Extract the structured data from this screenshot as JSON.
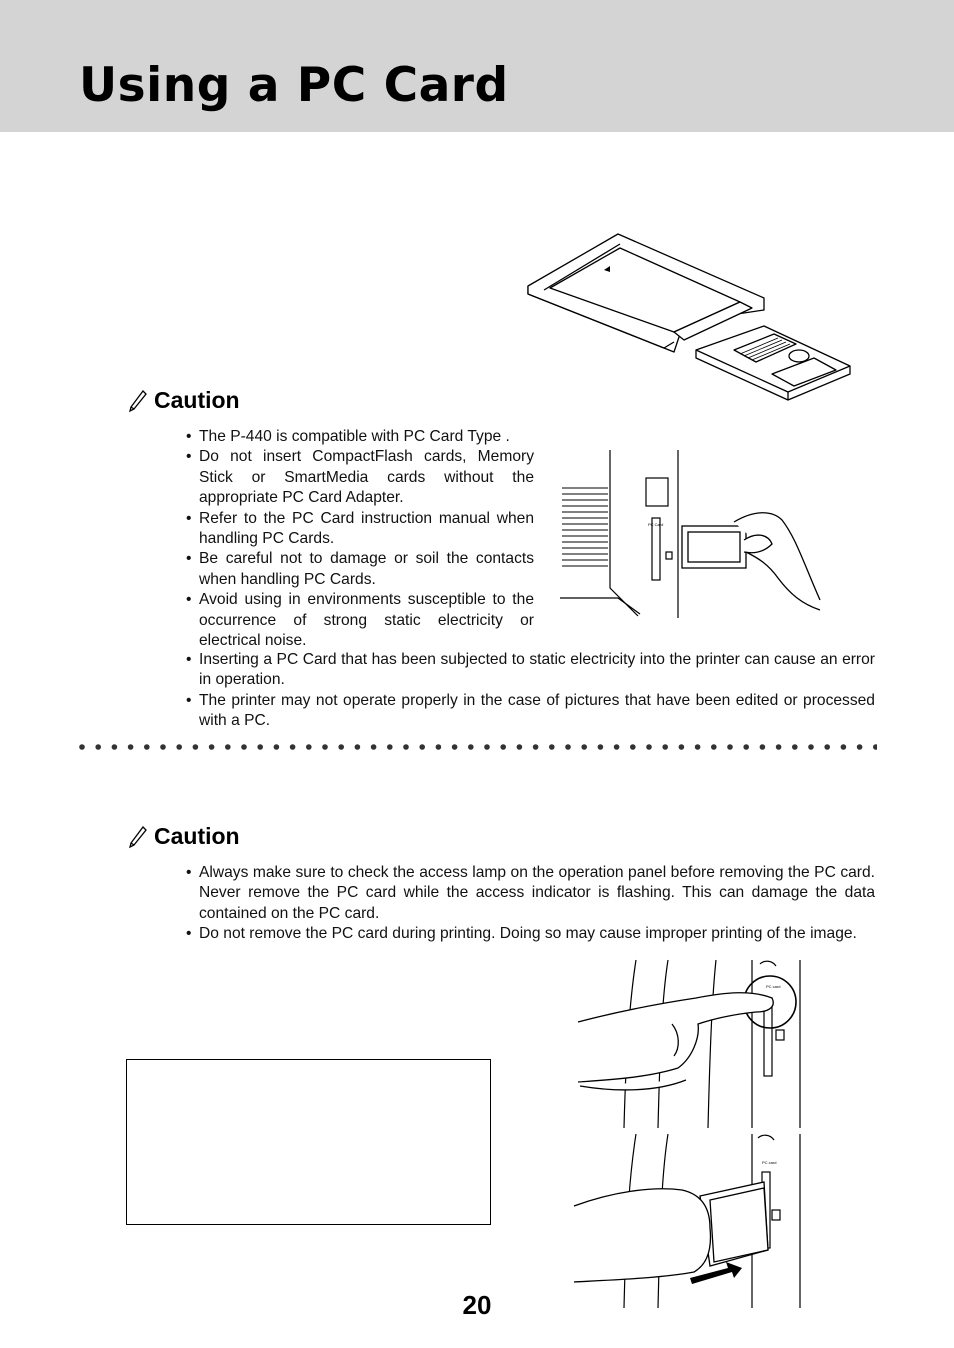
{
  "page": {
    "title": "Using a PC Card",
    "page_number": "20"
  },
  "caution1": {
    "heading": "Caution",
    "items": [
      "The P-440 is compatible with PC Card Type    .",
      "Do not insert CompactFlash cards, Memory Stick or SmartMedia cards without the appropriate PC Card Adapter.",
      "Refer to the PC Card instruction manual when handling PC Cards.",
      "Be careful not to damage or soil the contacts when handling PC Cards.",
      "Avoid using in environments susceptible to the occurrence of strong static electricity or electrical noise.",
      "Inserting a PC Card that has been subjected to static electricity into the printer can cause an error in operation.",
      "The printer may not operate properly in the case of pictures that have been edited or processed with a PC."
    ]
  },
  "caution2": {
    "heading": "Caution",
    "items": [
      "Always make sure to check the access lamp on the operation panel before removing the PC card. Never remove the PC card while the access indicator is flashing. This can damage the data contained on the PC card.",
      "Do not remove the PC card during printing. Doing so may cause improper printing of the image."
    ]
  },
  "illustrations": {
    "slot_label": "PC Card",
    "slot_label_small": "PC card"
  },
  "colors": {
    "header_band": "#d4d4d4",
    "ink": "#111111"
  }
}
